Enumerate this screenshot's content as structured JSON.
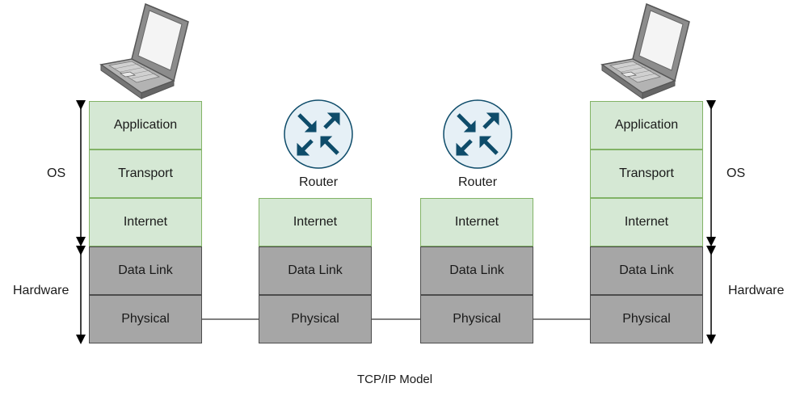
{
  "hosts": [
    {
      "os_label": "OS",
      "hardware_label": "Hardware",
      "layers": [
        "Application",
        "Transport",
        "Internet",
        "Data Link",
        "Physical"
      ]
    },
    {
      "os_label": "OS",
      "hardware_label": "Hardware",
      "layers": [
        "Application",
        "Transport",
        "Internet",
        "Data Link",
        "Physical"
      ]
    }
  ],
  "routers": [
    {
      "label": "Router",
      "layers": [
        "Internet",
        "Data Link",
        "Physical"
      ]
    },
    {
      "label": "Router",
      "layers": [
        "Internet",
        "Data Link",
        "Physical"
      ]
    }
  ],
  "caption": "TCP/IP Model",
  "colors": {
    "os_layer_fill": "#d5e8d4",
    "os_layer_border": "#82b366",
    "hw_layer_fill": "#a6a6a6",
    "hw_layer_border": "#4d4d4d",
    "router_fill": "#e6f0f6",
    "router_arrows": "#0e4c6a"
  },
  "icons": [
    "laptop-icon",
    "router-icon"
  ]
}
